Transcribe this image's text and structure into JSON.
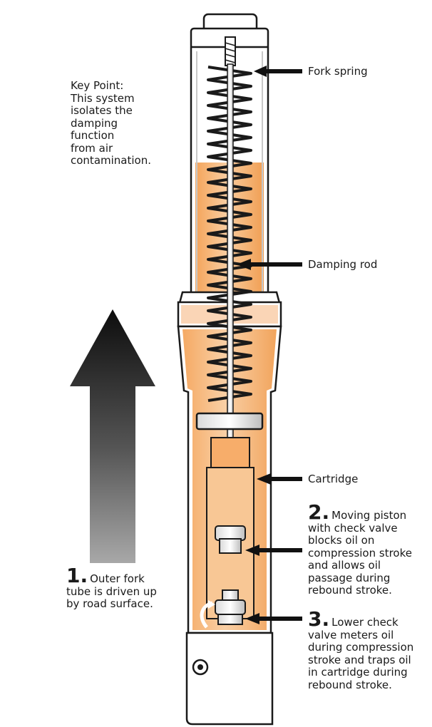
{
  "key_point": {
    "lines": [
      "Key Point:",
      "This  system",
      "isolates the",
      "damping",
      "function",
      "from air",
      "contamination."
    ]
  },
  "labels": {
    "fork_spring": "Fork spring",
    "damping_rod": "Damping rod",
    "cartridge": "Cartridge"
  },
  "notes": [
    {
      "number": "1.",
      "lines": [
        "Outer fork",
        "tube is driven up",
        "by road surface."
      ]
    },
    {
      "number": "2.",
      "lines": [
        "Moving piston",
        "with check valve",
        "blocks oil on",
        "compression stroke",
        "and allows oil",
        "passage during",
        "rebound stroke."
      ]
    },
    {
      "number": "3.",
      "lines": [
        "Lower check",
        "valve meters oil",
        "during compression",
        "stroke and traps oil",
        "in cartridge during",
        "rebound stroke."
      ]
    }
  ],
  "colors": {
    "oil": "#f2a25a",
    "oil_light": "#f8c795",
    "outline": "#1a1a1a",
    "arrow_dark": "#111111",
    "arrow_light": "#9a9a9a"
  }
}
